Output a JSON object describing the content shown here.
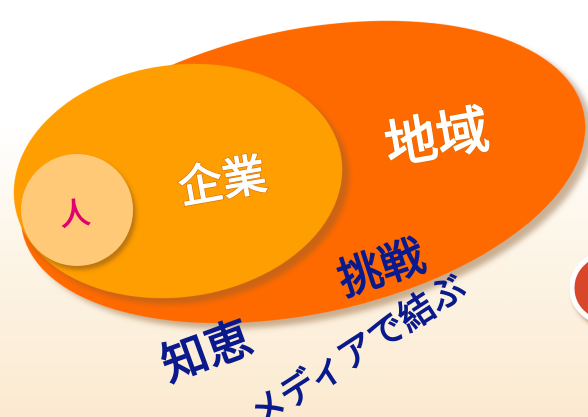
{
  "diagram": {
    "regions": {
      "outer": {
        "label": "地域",
        "color": "#ff6a00"
      },
      "middle": {
        "label": "企業",
        "color": "#ff9e00"
      },
      "inner": {
        "label": "人",
        "color": "#ffc978",
        "label_color": "#e0006e"
      }
    },
    "captions": {
      "challenge": "挑戦",
      "wisdom": "知恵",
      "media": "メディアで結ぶ"
    },
    "text_colors": {
      "white": "#ffffff",
      "blue": "#0a1a8c"
    }
  }
}
